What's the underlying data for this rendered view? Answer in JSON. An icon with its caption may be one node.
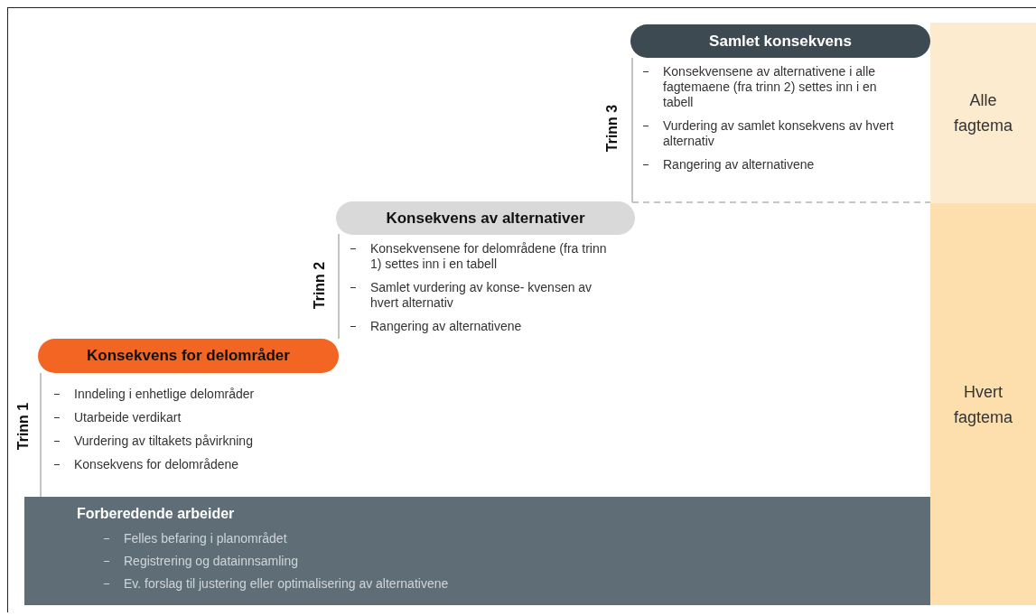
{
  "diagram": {
    "nodes": [
      {
        "text": [
          "Konsekvens for delområder",
          "Inndeling i enhetlige delområder",
          "Utarbeide verdikart",
          "Vurdering av tiltakets påvirkning",
          "Konsekvens for delområdene"
        ],
        "beside": [
          "Trinn 1"
        ]
      },
      {
        "text": [
          "Konsekvens av alternativer",
          "Konsekvensene for delområdene (fra trinn 1) settes inn i en tabell",
          "Samlet vurdering av konse- kvensen av hvert alternativ",
          "Rangering av alternativene"
        ],
        "beside": [
          "Trinn 2"
        ]
      },
      {
        "text": [
          "Samlet konsekvens",
          "Konsekvensene av alternativene i alle fagtemaene (fra trinn 2) settes inn i en tabell",
          "Vurdering av samlet konsekvens av hvert alternativ",
          "Rangering av alternativene"
        ],
        "beside": [
          "Trinn 3"
        ]
      },
      {
        "text": [
          "Forberedende arbeider",
          "Felles befaring i planområdet",
          "Registrering og datainnsamling",
          "Ev. forslag til justering eller optimalisering av alternativene"
        ]
      },
      {
        "text": [
          "Alle fagtema"
        ]
      },
      {
        "text": [
          "Hvert fagtema"
        ]
      }
    ],
    "edges": []
  }
}
